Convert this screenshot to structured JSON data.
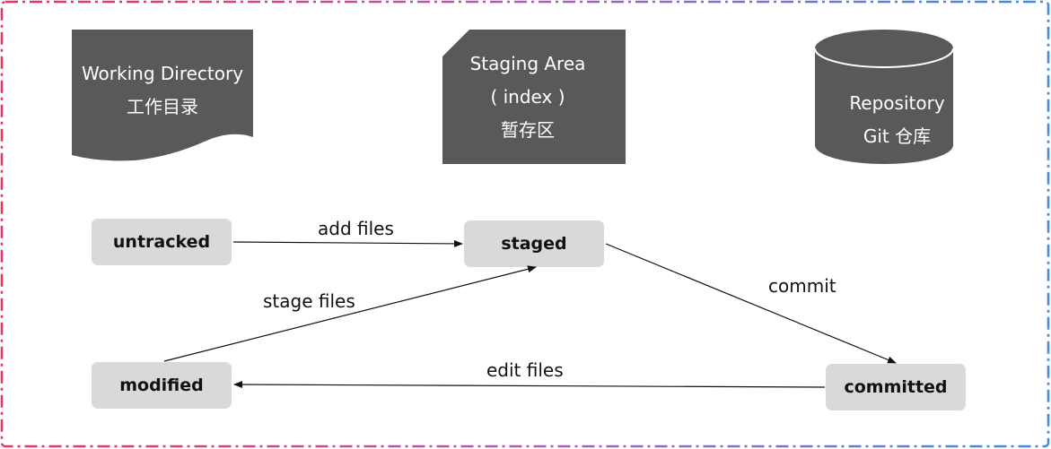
{
  "areas": {
    "working": {
      "title": "Working Directory",
      "subtitle": "工作目录"
    },
    "staging": {
      "title": "Staging Area",
      "index": "( index )",
      "subtitle": "暂存区"
    },
    "repo": {
      "title": "Repository",
      "subtitle": "Git 仓库"
    }
  },
  "states": {
    "untracked": "untracked",
    "staged": "staged",
    "modified": "modified",
    "committed": "committed"
  },
  "transitions": {
    "add": "add files",
    "stage": "stage files",
    "commit": "commit",
    "edit": "edit files"
  },
  "colors": {
    "shape_fill": "#595959",
    "state_fill": "#d9d9d9",
    "border_start": "#e8345f",
    "border_end": "#3a8ee8"
  }
}
